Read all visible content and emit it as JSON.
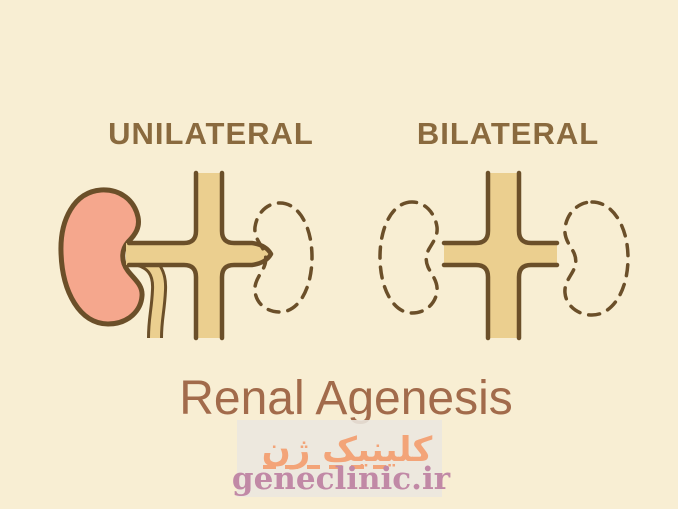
{
  "slide": {
    "heading_left": "UNILATERAL",
    "heading_right": "BILATERAL",
    "caption": "Renal Agenesis"
  },
  "watermark": {
    "persian_name": "کلینیک ژن",
    "site_name": "geneclinic.ir"
  },
  "colors": {
    "background": "#f8eed3",
    "kidney_fill": "#f5a78d",
    "vessel_fill": "#ebcf8f",
    "outline_brown": "#6b4f29",
    "heading_brown": "#8a6a3e",
    "caption_brown": "#a26b4b",
    "watermark_bg": "#eae7df",
    "persian_salmon": "#f3a478",
    "site_pink": "#c189a6"
  }
}
